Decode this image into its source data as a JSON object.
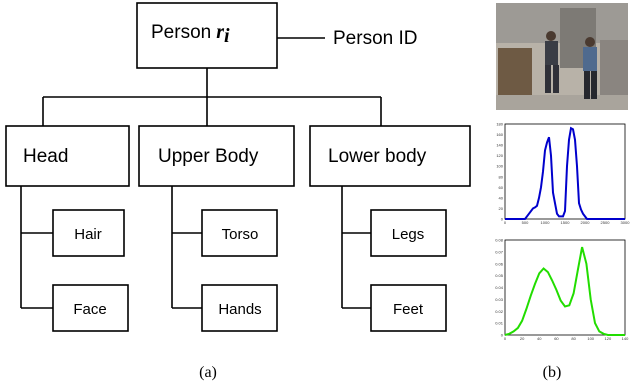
{
  "tree": {
    "root": {
      "label": "Person",
      "var": "r",
      "sub": "i"
    },
    "root_annotation": "Person ID",
    "groups": [
      {
        "label": "Head",
        "children": [
          "Hair",
          "Face"
        ]
      },
      {
        "label": "Upper Body",
        "children": [
          "Torso",
          "Hands"
        ]
      },
      {
        "label": "Lower body",
        "children": [
          "Legs",
          "Feet"
        ]
      }
    ]
  },
  "captions": {
    "a": "(a)",
    "b": "(b)"
  },
  "panel_b": {
    "photo": {
      "description_icon": "photo-two-people-icon"
    },
    "charts": [
      {
        "type": "line",
        "color": "#0000cc",
        "xlim": [
          0,
          3000
        ],
        "ylim": [
          0,
          180
        ],
        "xticks": [
          0,
          500,
          1000,
          1500,
          2000,
          2500,
          3000
        ],
        "yticks": [
          0,
          20,
          40,
          60,
          80,
          100,
          120,
          140,
          160,
          180
        ],
        "x": [
          0,
          500,
          600,
          700,
          750,
          800,
          850,
          900,
          950,
          1000,
          1050,
          1100,
          1150,
          1200,
          1250,
          1300,
          1350,
          1400,
          1450,
          1500,
          1550,
          1600,
          1650,
          1700,
          1750,
          1800,
          1850,
          1900,
          1950,
          2000,
          2050,
          2100,
          2150,
          2200,
          3000
        ],
        "y": [
          0,
          0,
          10,
          20,
          22,
          25,
          40,
          60,
          90,
          130,
          145,
          155,
          120,
          50,
          30,
          10,
          5,
          5,
          5,
          15,
          100,
          150,
          172,
          170,
          150,
          100,
          30,
          18,
          10,
          5,
          0,
          0,
          0,
          0,
          0
        ]
      },
      {
        "type": "line",
        "color": "#22dd00",
        "xlim": [
          0,
          140
        ],
        "ylim": [
          0,
          0.08
        ],
        "xticks": [
          0,
          20,
          40,
          60,
          80,
          100,
          120,
          140
        ],
        "yticks": [
          0,
          0.01,
          0.02,
          0.03,
          0.04,
          0.05,
          0.06,
          0.07,
          0.08
        ],
        "x": [
          0,
          5,
          10,
          15,
          20,
          25,
          30,
          35,
          40,
          45,
          50,
          55,
          60,
          65,
          70,
          75,
          80,
          85,
          90,
          95,
          100,
          105,
          110,
          115,
          120,
          125,
          130,
          135,
          140
        ],
        "y": [
          0,
          0.001,
          0.003,
          0.006,
          0.012,
          0.022,
          0.033,
          0.043,
          0.052,
          0.056,
          0.053,
          0.046,
          0.038,
          0.029,
          0.024,
          0.025,
          0.035,
          0.055,
          0.074,
          0.06,
          0.03,
          0.01,
          0.003,
          0.001,
          0,
          0,
          0,
          0,
          0
        ]
      }
    ]
  }
}
